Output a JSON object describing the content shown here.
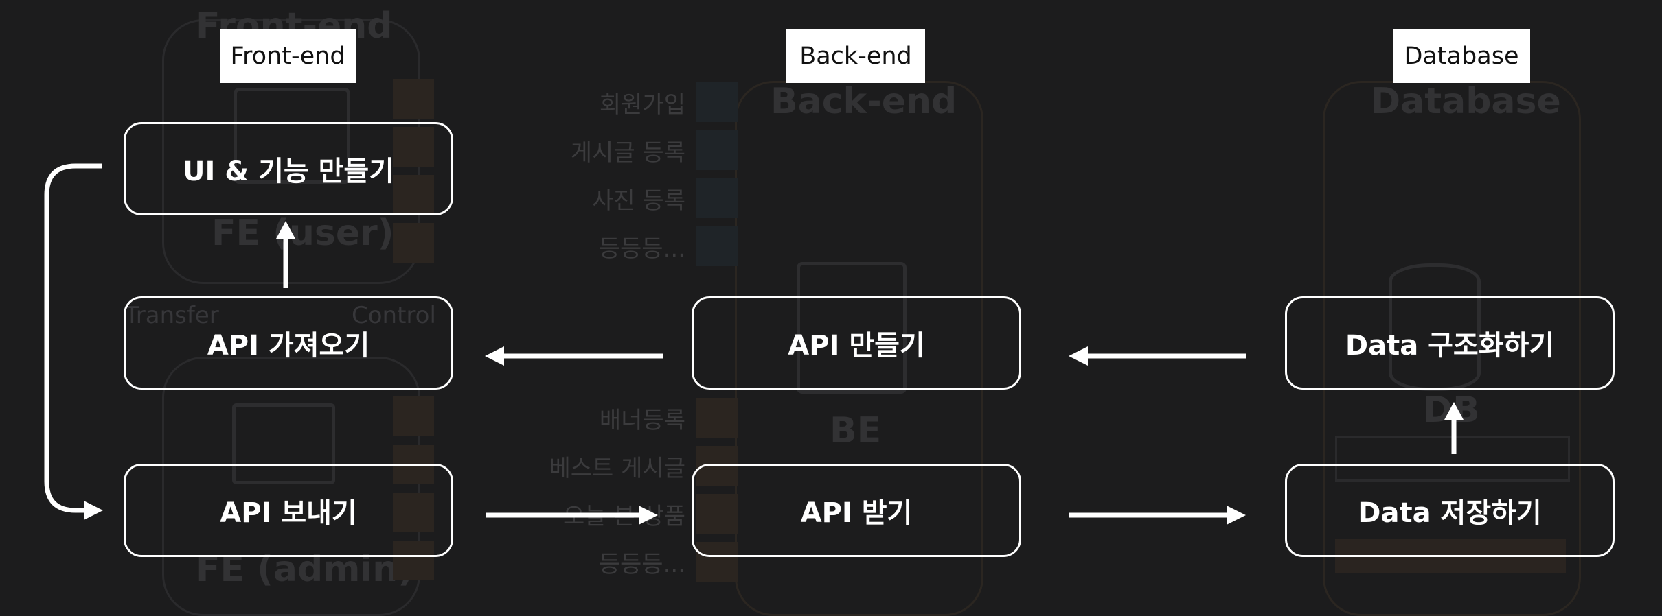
{
  "columns": [
    {
      "header": "Front-end"
    },
    {
      "header": "Back-end"
    },
    {
      "header": "Database"
    }
  ],
  "frontend_boxes": {
    "ui_function": "UI & 기능 만들기",
    "api_fetch": "API 가져오기",
    "api_send": "API 보내기"
  },
  "backend_boxes": {
    "api_make": "API 만들기",
    "api_receive": "API 받기"
  },
  "database_boxes": {
    "data_structure": "Data 구조화하기",
    "data_save": "Data 저장하기"
  },
  "background": {
    "frontend_title": "Front-end",
    "fe_user": "FE (user)",
    "fe_admin": "FE (admin)",
    "transfer": "Transfer",
    "control": "Control",
    "backend_title": "Back-end",
    "be_label": "BE",
    "database_title": "Database",
    "db_label": "DB",
    "list_top": [
      "회원가입",
      "게시글 등록",
      "사진 등록",
      "등등등..."
    ],
    "list_bottom": [
      "배너등록",
      "베스트 게시글",
      "오늘 본 상품",
      "등등등..."
    ]
  },
  "colors": {
    "background": "#1c1c1d",
    "box_border": "#ffffff",
    "header_bg": "#ffffff",
    "arrow": "#ffffff"
  }
}
